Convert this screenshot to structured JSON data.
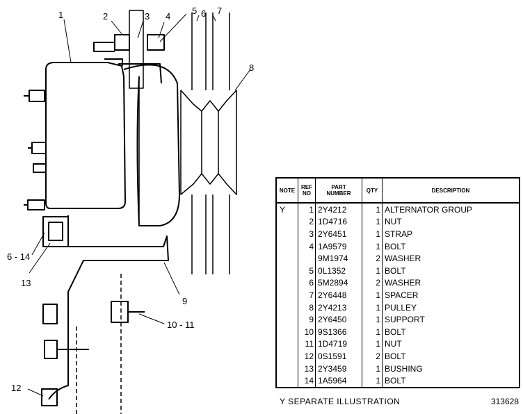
{
  "callouts": {
    "c1": "1",
    "c2": "2",
    "c3": "3",
    "c4": "4",
    "c5": "5",
    "c6": "6",
    "c7": "7",
    "c8": "8",
    "c9": "9",
    "c10_11": "10 - 11",
    "c12": "12",
    "c13": "13",
    "c6_14": "6 - 14"
  },
  "table": {
    "headers": {
      "note": "NOTE",
      "ref_no": [
        "REF",
        "NO"
      ],
      "part_number": [
        "PART",
        "NUMBER"
      ],
      "qty": "QTY",
      "description": "DESCRIPTION"
    },
    "rows": [
      {
        "note": "Y",
        "ref": "1",
        "part": "2Y4212",
        "qty": "1",
        "desc": "ALTERNATOR  GROUP"
      },
      {
        "note": "",
        "ref": "2",
        "part": "1D4716",
        "qty": "1",
        "desc": "NUT"
      },
      {
        "note": "",
        "ref": "3",
        "part": "2Y6451",
        "qty": "1",
        "desc": "STRAP"
      },
      {
        "note": "",
        "ref": "4",
        "part": "1A9579",
        "qty": "1",
        "desc": "BOLT"
      },
      {
        "note": "",
        "ref": "",
        "part": "9M1974",
        "qty": "2",
        "desc": "WASHER"
      },
      {
        "note": "",
        "ref": "5",
        "part": "0L1352",
        "qty": "1",
        "desc": "BOLT"
      },
      {
        "note": "",
        "ref": "6",
        "part": "5M2894",
        "qty": "2",
        "desc": "WASHER"
      },
      {
        "note": "",
        "ref": "7",
        "part": "2Y6448",
        "qty": "1",
        "desc": "SPACER"
      },
      {
        "note": "",
        "ref": "8",
        "part": "2Y4213",
        "qty": "1",
        "desc": "PULLEY"
      },
      {
        "note": "",
        "ref": "9",
        "part": "2Y6450",
        "qty": "1",
        "desc": "SUPPORT"
      },
      {
        "note": "",
        "ref": "10",
        "part": "9S1366",
        "qty": "1",
        "desc": "BOLT"
      },
      {
        "note": "",
        "ref": "11",
        "part": "1D4719",
        "qty": "1",
        "desc": "NUT"
      },
      {
        "note": "",
        "ref": "12",
        "part": "0S1591",
        "qty": "2",
        "desc": "BOLT"
      },
      {
        "note": "",
        "ref": "13",
        "part": "2Y3459",
        "qty": "1",
        "desc": "BUSHING"
      },
      {
        "note": "",
        "ref": "14",
        "part": "1A5964",
        "qty": "1",
        "desc": "BOLT"
      }
    ]
  },
  "footer": {
    "note": "Y    SEPARATE  ILLUSTRATION",
    "drawing_number": "313628"
  }
}
